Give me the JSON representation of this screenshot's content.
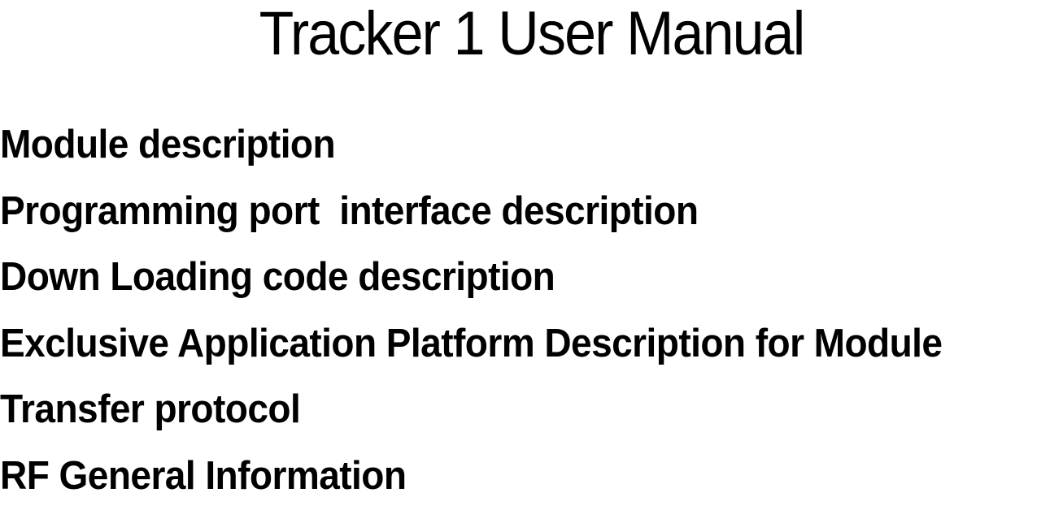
{
  "title": "Tracker 1 User Manual",
  "items": [
    "Module description",
    "Programming port  interface description",
    "Down Loading code description",
    "Exclusive Application Platform Description for Module",
    "Transfer protocol",
    "RF General Information"
  ]
}
